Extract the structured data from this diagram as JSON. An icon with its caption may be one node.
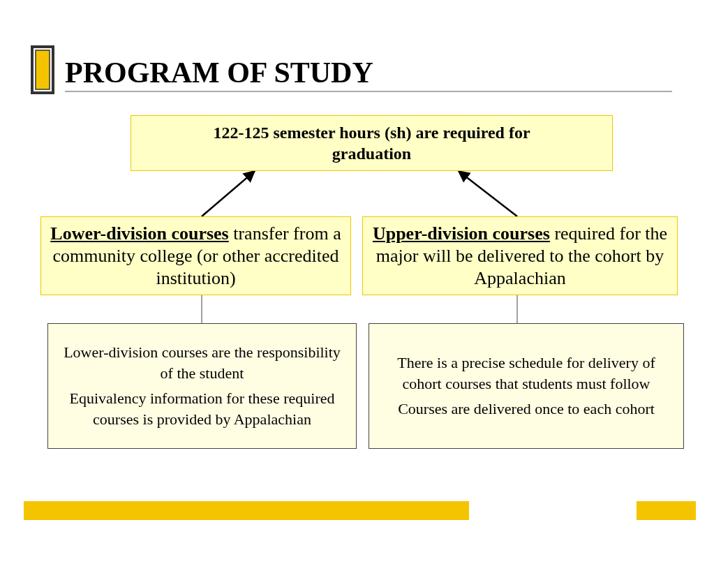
{
  "diagram": {
    "title": "PROGRAM OF STUDY",
    "nodes": [
      {
        "text": [
          "122-125 semester hours (sh) are required for graduation"
        ]
      },
      {
        "text": [
          "**Lower-division courses** transfer from a community college (or other accredited institution)"
        ]
      },
      {
        "text": [
          "**Upper-division courses** required for the major will be delivered to the cohort by Appalachian"
        ]
      },
      {
        "text": [
          "Lower-division courses are the responsibility of the student",
          "Equivalency information for these required courses is provided by Appalachian"
        ]
      },
      {
        "text": [
          "There is a precise schedule for delivery of cohort courses that students must follow",
          "Courses are delivered once to each cohort"
        ]
      }
    ],
    "edges": [
      {
        "from": 1,
        "to": 0,
        "arrow": "to"
      },
      {
        "from": 2,
        "to": 0,
        "arrow": "to"
      },
      {
        "from": 1,
        "to": 3,
        "arrow": "none"
      },
      {
        "from": 2,
        "to": 4,
        "arrow": "none"
      }
    ]
  }
}
